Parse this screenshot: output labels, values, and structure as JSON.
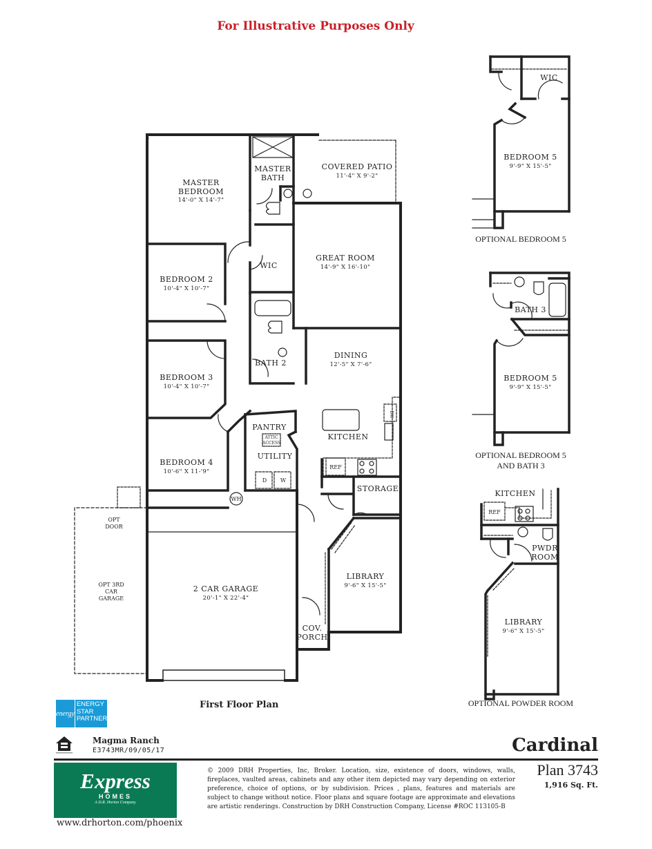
{
  "header": {
    "disclaimer": "For Illustrative Purposes Only",
    "disclaimer_color": "#c8202a"
  },
  "main_plan": {
    "caption": "First Floor Plan",
    "rooms": {
      "master_bedroom": {
        "name_line1": "MASTER",
        "name_line2": "BEDROOM",
        "dims": "14'-0\" X 14'-7\""
      },
      "master_bath": {
        "name_line1": "MASTER",
        "name_line2": "BATH"
      },
      "covered_patio": {
        "name": "COVERED PATIO",
        "dims": "11'-4\" X 9'-2\""
      },
      "great_room": {
        "name": "GREAT ROOM",
        "dims": "14'-9\" X 16'-10\""
      },
      "wic": {
        "name": "WIC"
      },
      "bedroom2": {
        "name": "BEDROOM 2",
        "dims": "10'-4\" X 10'-7\""
      },
      "bath2": {
        "name": "BATH 2"
      },
      "dining": {
        "name": "DINING",
        "dims": "12'-5\" X 7'-6\""
      },
      "bedroom3": {
        "name": "BEDROOM 3",
        "dims": "10'-4\" X 10'-7\""
      },
      "pantry": {
        "name": "PANTRY"
      },
      "attic_access": {
        "line1": "ATTIC",
        "line2": "ACCESS"
      },
      "kitchen": {
        "name": "KITCHEN"
      },
      "dw": {
        "name": "DW"
      },
      "utility": {
        "name": "UTILITY"
      },
      "dryer": {
        "name": "D"
      },
      "washer": {
        "name": "W"
      },
      "ref": {
        "name": "REF"
      },
      "bedroom4": {
        "name": "BEDROOM 4",
        "dims": "10'-6\" X 11-'9\""
      },
      "storage": {
        "name": "STORAGE"
      },
      "water_heater": {
        "name": "WH"
      },
      "opt_door": {
        "line1": "OPT",
        "line2": "DOOR"
      },
      "opt_3rd_garage": {
        "line1": "OPT 3RD",
        "line2": "CAR",
        "line3": "GARAGE"
      },
      "garage": {
        "name": "2 CAR GARAGE",
        "dims": "20'-1\" X 22'-4\""
      },
      "library": {
        "name": "LIBRARY",
        "dims": "9'-6\" X 15'-5\""
      },
      "cov_porch": {
        "line1": "COV.",
        "line2": "PORCH"
      }
    }
  },
  "options": [
    {
      "caption": "OPTIONAL BEDROOM 5",
      "rooms": {
        "wic": "WIC",
        "bedroom5": {
          "name": "BEDROOM 5",
          "dims": "9'-9\" X 15'-5\""
        }
      }
    },
    {
      "caption_line1": "OPTIONAL BEDROOM 5",
      "caption_line2": "AND BATH 3",
      "rooms": {
        "bath3": "BATH 3",
        "bedroom5": {
          "name": "BEDROOM 5",
          "dims": "9'-9\" X 15'-5\""
        }
      }
    },
    {
      "caption": "OPTIONAL POWDER ROOM",
      "rooms": {
        "kitchen": "KITCHEN",
        "ref": "REF",
        "pwdr_line1": "PWDR",
        "pwdr_line2": "ROOM",
        "library": {
          "name": "LIBRARY",
          "dims": "9'-6\" X 15'-5\""
        }
      }
    }
  ],
  "footer": {
    "energy_star": {
      "logo": "energy",
      "line1": "ENERGY",
      "line2": "STAR",
      "line3": "PARTNER",
      "color": "#1a9bd7"
    },
    "equal_housing_icon": "equal-housing-opportunity-icon",
    "community": "Magma Ranch",
    "code": "E3743MR/09/05/17",
    "builder": {
      "brand": "Express",
      "homes": "HOMES",
      "tagline": "A D.R. Horton Company",
      "color": "#0a7a55"
    },
    "url": "www.drhorton.com/phoenix",
    "legal": "© 2009 DRH Properties, Inc, Broker. Location, size, existence of doors, windows, walls, fireplaces, vaulted areas, cabinets and any other item depicted may vary depending on exterior preference, choice of options, or by subdivision. Prices , plans, features and materials are subject to change without notice. Floor plans and square footage are approximate and elevations are artistic renderings. Construction by DRH Construction Company, License #ROC 113105-B",
    "plan_name": "Cardinal",
    "plan_number": "Plan 3743",
    "square_feet": "1,916 Sq. Ft."
  }
}
